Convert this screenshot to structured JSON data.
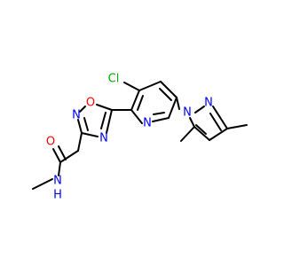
{
  "structure": {
    "labels": {
      "cl": "Cl",
      "n_pyridine": "N",
      "o_oxadiazole": "O",
      "n_oxadiazole_2": "N",
      "n_oxadiazole_4": "N",
      "n_pyrazole_1": "N",
      "n_pyrazole_2": "N",
      "o_carbonyl": "O",
      "n_amide": "N",
      "h_amide": "H"
    },
    "colors": {
      "bond": "#000000",
      "nitrogen": "#0000ff",
      "oxygen": "#ff0000",
      "chlorine": "#00aa00",
      "background": "#ffffff"
    }
  }
}
